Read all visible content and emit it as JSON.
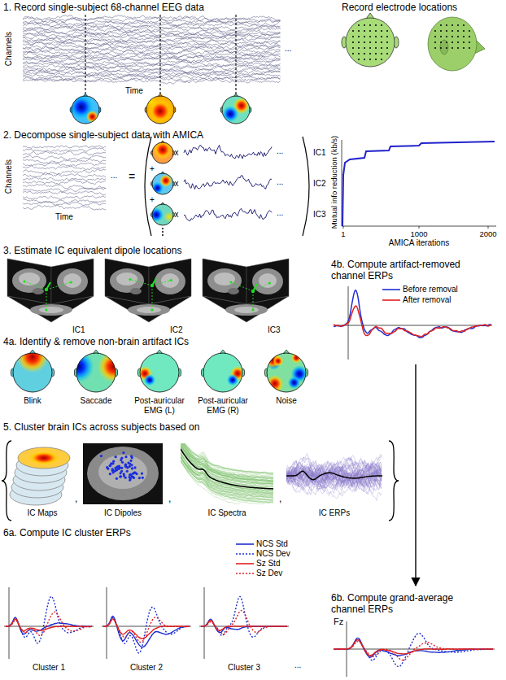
{
  "diagram": {
    "nodes": [
      {
        "text": [
          "1. Record single-subject 68-channel EEG data"
        ]
      },
      {
        "text": [
          "Record electrode locations"
        ]
      },
      {
        "text": [
          "2. Decompose single-subject data with AMICA"
        ]
      },
      {
        "text": [
          "3. Estimate IC equivalent dipole locations"
        ]
      },
      {
        "text": [
          "4a. Identify & remove non-brain artifact ICs"
        ]
      },
      {
        "text": [
          "4b. Compute artifact-removed channel ERPs"
        ]
      },
      {
        "text": [
          "5. Cluster brain ICs across subjects based on"
        ]
      },
      {
        "text": [
          "6a. Compute IC cluster ERPs"
        ]
      },
      {
        "text": [
          "6b. Compute grand-average channel ERPs"
        ]
      }
    ],
    "edges": [
      {
        "from": 5,
        "to": 8,
        "arrow": "to"
      }
    ],
    "labels": [
      "Channels",
      "Time",
      "...",
      "Channels",
      "Time",
      "...",
      "=",
      "x",
      "...",
      "IC1",
      "+",
      "x",
      "...",
      "IC2",
      "+",
      "x",
      "...",
      "IC3",
      "Mutual info reduction (kb/s)",
      "1",
      "1000",
      "2000",
      "AMICA iterations",
      "IC1",
      "IC2",
      "IC3",
      "Blink",
      "Saccade",
      "Post-auricular EMG (L)",
      "Post-auricular EMG (R)",
      "Noise",
      "IC Maps",
      ",",
      "IC Dipoles",
      ",",
      "IC Spectra",
      ",",
      "IC ERPs",
      "Cluster 1",
      "Cluster 2",
      "Cluster 3",
      "...",
      "Fz"
    ],
    "legend": [
      {
        "text": "Before removal"
      },
      {
        "text": "After removal"
      },
      {
        "text": "NCS Std"
      },
      {
        "text": "NCS Dev"
      },
      {
        "text": "Sz Std"
      },
      {
        "text": "Sz Dev"
      }
    ]
  }
}
